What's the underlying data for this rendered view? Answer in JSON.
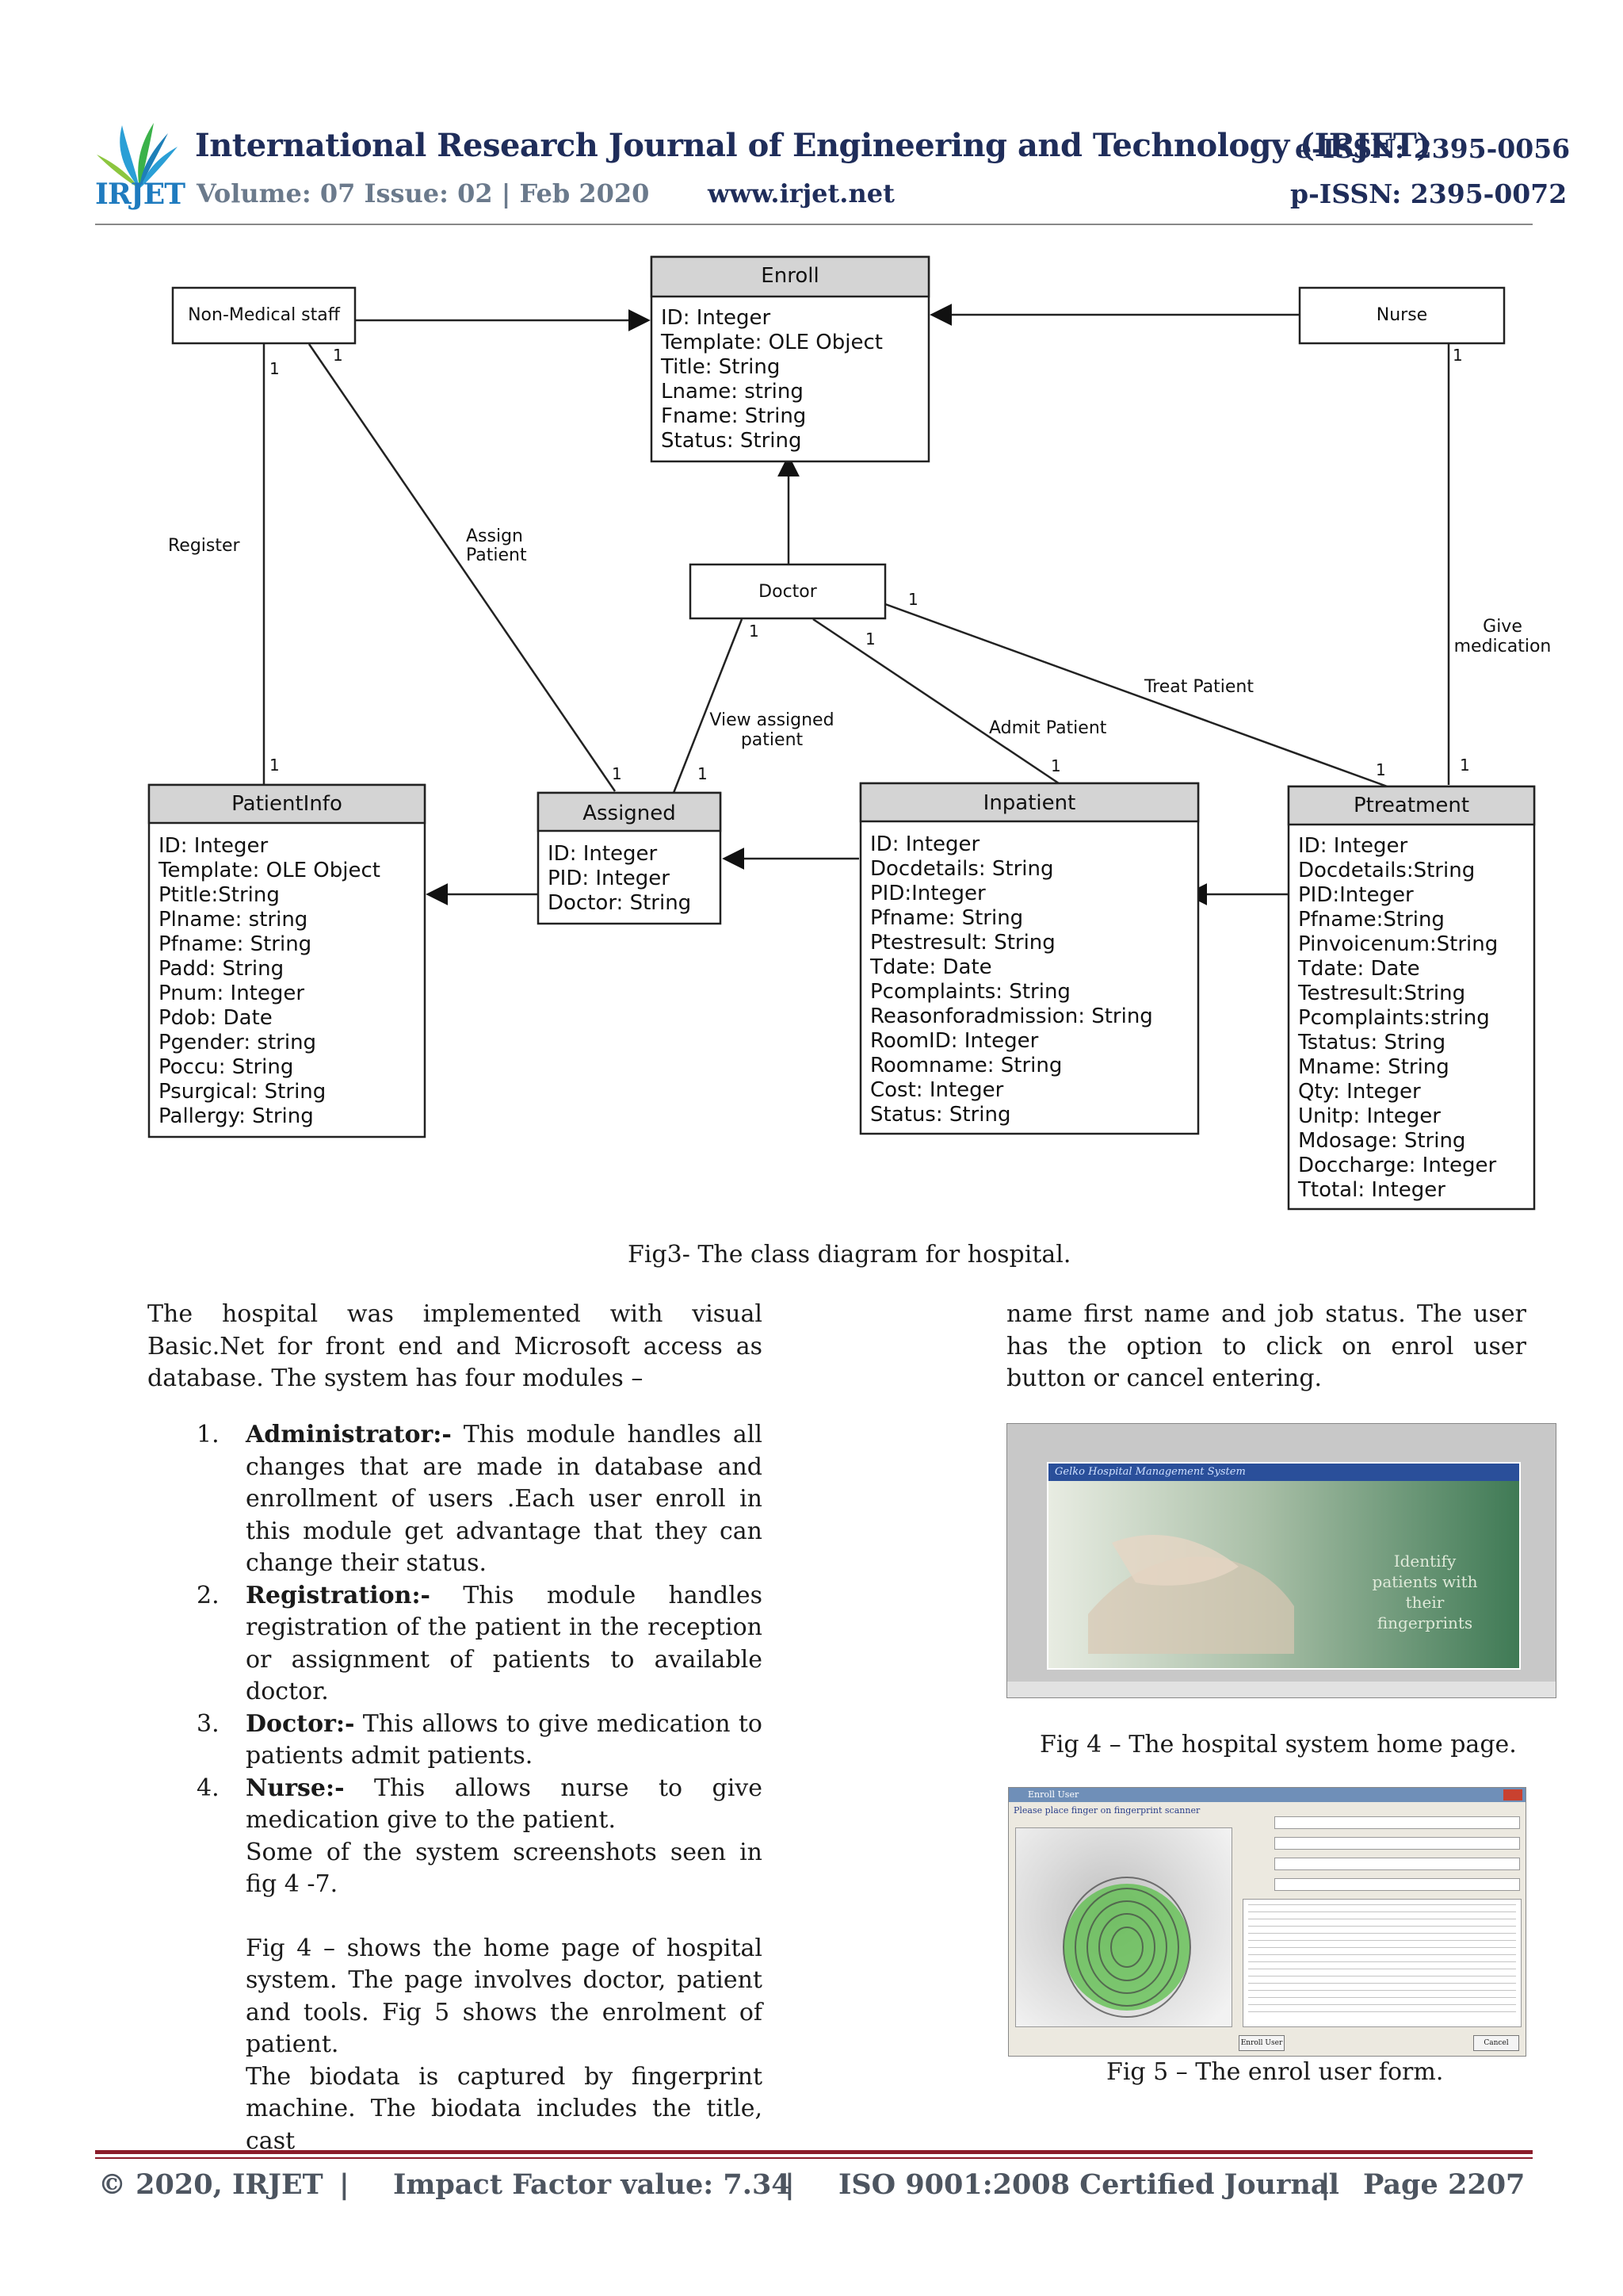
{
  "header": {
    "journal_title": "International Research Journal of Engineering and Technology (IRJET)",
    "e_issn": "e-ISSN: 2395-0056",
    "volume": "Volume: 07 Issue: 02 | Feb 2020",
    "website": "www.irjet.net",
    "p_issn": "p-ISSN: 2395-0072",
    "logo_text": "IRJET"
  },
  "diagram": {
    "classes": {
      "enroll": {
        "name": "Enroll",
        "attrs": [
          "ID: Integer",
          "Template: OLE Object",
          "Title: String",
          "Lname: string",
          "Fname: String",
          "Status: String"
        ]
      },
      "non_medical": {
        "name": "Non-Medical staff"
      },
      "nurse": {
        "name": "Nurse"
      },
      "doctor": {
        "name": "Doctor"
      },
      "patientinfo": {
        "name": "PatientInfo",
        "attrs": [
          "ID: Integer",
          "Template: OLE Object",
          "Ptitle:String",
          "Plname: string",
          "Pfname: String",
          "Padd: String",
          "Pnum: Integer",
          "Pdob: Date",
          "Pgender: string",
          "Poccu: String",
          "Psurgical: String",
          "Pallergy: String"
        ]
      },
      "assigned": {
        "name": "Assigned",
        "attrs": [
          "ID: Integer",
          "PID: Integer",
          "Doctor: String"
        ]
      },
      "inpatient": {
        "name": "Inpatient",
        "attrs": [
          "ID: Integer",
          "Docdetails: String",
          "PID:Integer",
          "Pfname: String",
          "Ptestresult: String",
          "Tdate: Date",
          "Pcomplaints: String",
          "Reasonforadmission: String",
          "RoomID: Integer",
          "Roomname: String",
          "Cost: Integer",
          "Status: String"
        ]
      },
      "ptreatment": {
        "name": "Ptreatment",
        "attrs": [
          "ID: Integer",
          "Docdetails:String",
          "PID:Integer",
          "Pfname:String",
          "Pinvoicenum:String",
          "Tdate: Date",
          "Testresult:String",
          "Pcomplaints:string",
          "Tstatus: String",
          "Mname: String",
          "Qty: Integer",
          "Unitp: Integer",
          "Mdosage: String",
          "Doccharge: Integer",
          "Ttotal: Integer"
        ]
      }
    },
    "labels": {
      "register": "Register",
      "assign_patient_1": "Assign",
      "assign_patient_2": "Patient",
      "give_med_1": "Give",
      "give_med_2": "medication",
      "view_assigned_1": "View assigned",
      "view_assigned_2": "patient",
      "admit_patient": "Admit Patient",
      "treat_patient": "Treat Patient",
      "one": "1"
    }
  },
  "fig3_caption": "Fig3- The class diagram for hospital.",
  "left_col": {
    "intro": "The hospital was implemented with visual Basic.Net for front end and Microsoft access as database. The system has four modules –",
    "items": [
      {
        "num": "1.",
        "term": "Administrator:-",
        "text": " This module handles all changes that are made in database and enrollment of users .Each user enroll in this module get advantage that they can change their status."
      },
      {
        "num": "2.",
        "term": "Registration:-",
        "text": " This module handles registration of the patient in the reception or assignment of patients to available doctor."
      },
      {
        "num": "3.",
        "term": "Doctor:-",
        "text": " This allows to give medication to patients admit patients."
      },
      {
        "num": "4.",
        "term": "Nurse:-",
        "text": " This allows nurse to give medication give to the patient."
      }
    ],
    "cont1": "Some of the system screenshots seen in fig 4 -7.",
    "cont2": "Fig 4 – shows the home page of hospital system. The page involves doctor, patient and tools. Fig 5 shows the enrolment of patient.",
    "cont3": "The biodata is captured by fingerprint machine. The biodata includes the title, cast"
  },
  "right_col": {
    "intro": "name first name and job status. The user has the option to click on enrol user button or cancel entering.",
    "fig4_caption": "Fig 4 – The hospital system home page.",
    "fig4_title": "Gelko Hospital Management System",
    "fig4_tagline": "Identify patients with their fingerprints",
    "fig5_caption": "Fig 5 – The enrol user form.",
    "fig5_title": "Enroll User",
    "fig5_prompt": "Please place finger on fingerprint scanner",
    "fig5_enroll_btn": "Enroll User",
    "fig5_cancel_btn": "Cancel"
  },
  "footer": {
    "copyright": "© 2020, IRJET",
    "sep": "|",
    "impact": "Impact Factor value: 7.34",
    "iso": "ISO 9001:2008 Certified Journal",
    "page": "Page 2207"
  }
}
